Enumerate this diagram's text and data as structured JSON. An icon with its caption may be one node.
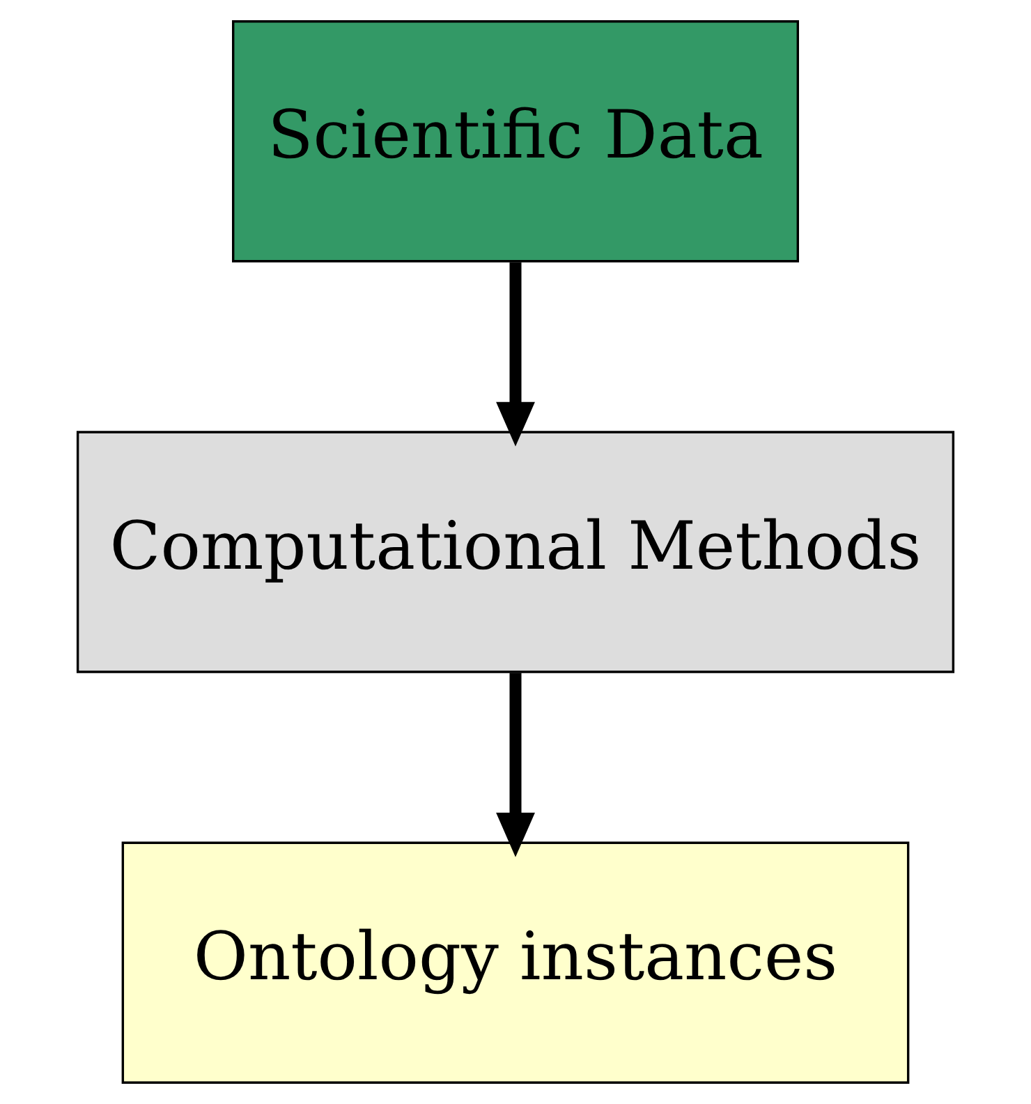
{
  "diagram": {
    "nodes": [
      {
        "text": [
          "Scientific Data"
        ]
      },
      {
        "text": [
          "Computational Methods"
        ]
      },
      {
        "text": [
          "Ontology instances"
        ]
      }
    ],
    "edges": [
      {
        "from": 0,
        "to": 1,
        "arrow": "to"
      },
      {
        "from": 1,
        "to": 2,
        "arrow": "to"
      }
    ]
  }
}
